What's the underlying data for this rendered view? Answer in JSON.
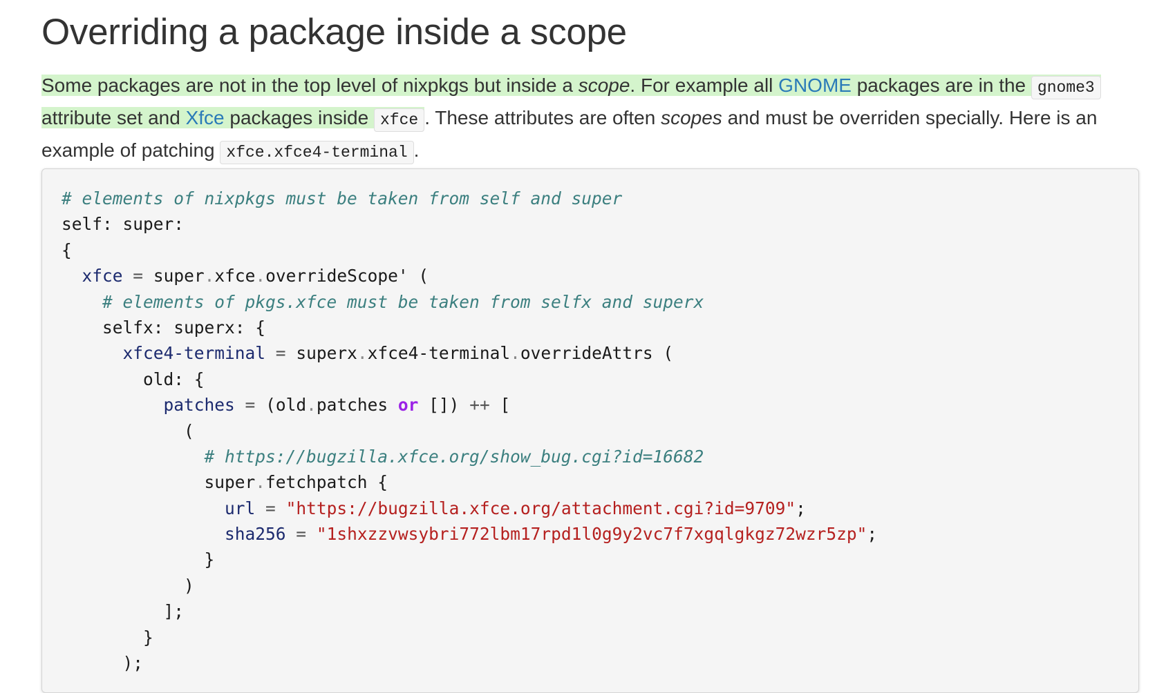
{
  "heading": "Overriding a package inside a scope",
  "intro": {
    "s1": "Some packages are not in the top level of nixpkgs but inside a ",
    "scope_em": "scope",
    "s2": ". For example all ",
    "gnome_link": "GNOME",
    "s3": " packages are in the ",
    "code_gnome3": "gnome3",
    "s4": " attribute set and ",
    "xfce_link": "Xfce",
    "s5": " packages inside ",
    "code_xfce": "xfce",
    "s6": ". These attributes are often ",
    "scopes_em": "scopes",
    "s7": " and must be overriden specially. Here is an example of patching ",
    "code_terminal": "xfce.xfce4-terminal",
    "s8": "."
  },
  "code": {
    "comment1": "# elements of nixpkgs must be taken from self and super",
    "l2": "self: super:",
    "l3": "{",
    "l4_attr": "xfce",
    "l4_eq": "=",
    "l4_a": "super",
    "l4_b": "xfce",
    "l4_c": "overrideScope' (",
    "comment2": "# elements of pkgs.xfce must be taken from selfx and superx",
    "l6": "selfx: superx: {",
    "l7_attr": "xfce4-terminal",
    "l7_eq": "=",
    "l7_a": "superx",
    "l7_b": "xfce4-terminal",
    "l7_c": "overrideAttrs (",
    "l8": "old: {",
    "l9_attr": "patches",
    "l9_eq": "=",
    "l9_a": "(old",
    "l9_b": "patches",
    "l9_kw": "or",
    "l9_c": "[])",
    "l9_op": "++",
    "l9_d": "[",
    "l10": "(",
    "comment3": "# https://bugzilla.xfce.org/show_bug.cgi?id=16682",
    "l12_a": "super",
    "l12_b": "fetchpatch {",
    "l13_attr": "url",
    "l13_eq": "=",
    "l13_str": "\"https://bugzilla.xfce.org/attachment.cgi?id=9709\"",
    "l13_end": ";",
    "l14_attr": "sha256",
    "l14_eq": "=",
    "l14_str": "\"1shxzzvwsybri772lbm17rpd1l0g9y2vc7f7xgqlgkgz72wzr5zp\"",
    "l14_end": ";",
    "l15": "}",
    "l16": ")",
    "l17": "];",
    "l18": "}",
    "l19": ");"
  }
}
